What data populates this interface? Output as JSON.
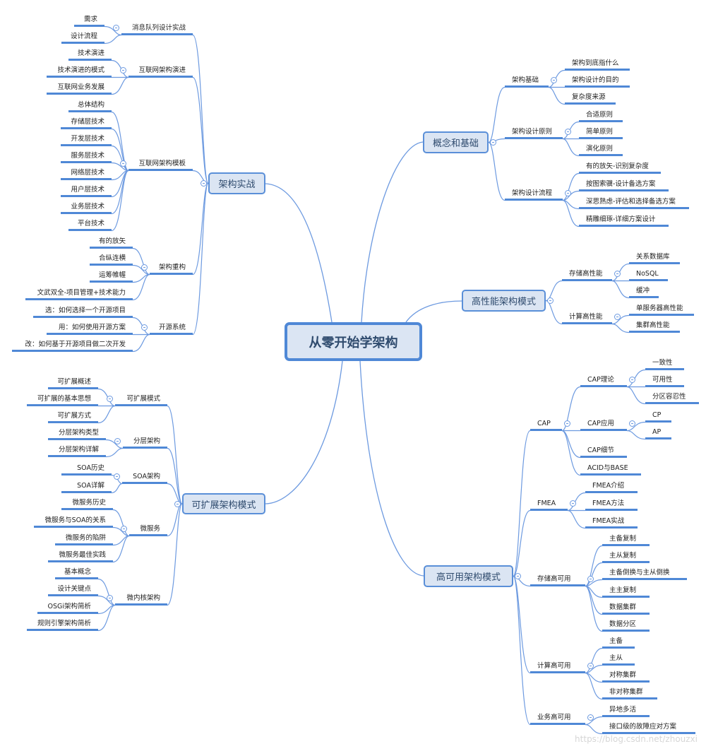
{
  "root": {
    "label": "从零开始学架构"
  },
  "branches": [
    {
      "label": "架构实战",
      "children": [
        {
          "label": "消息队列设计实战",
          "children": [
            {
              "label": "需求"
            },
            {
              "label": "设计流程"
            }
          ]
        },
        {
          "label": "互联网架构演进",
          "children": [
            {
              "label": "技术演进"
            },
            {
              "label": "技术演进的模式"
            },
            {
              "label": "互联网业务发展"
            }
          ]
        },
        {
          "label": "互联网架构模板",
          "children": [
            {
              "label": "总体结构"
            },
            {
              "label": "存储层技术"
            },
            {
              "label": "开发层技术"
            },
            {
              "label": "服务层技术"
            },
            {
              "label": "网络层技术"
            },
            {
              "label": "用户层技术"
            },
            {
              "label": "业务层技术"
            },
            {
              "label": "平台技术"
            }
          ]
        },
        {
          "label": "架构重构",
          "children": [
            {
              "label": "有的放矢"
            },
            {
              "label": "合纵连横"
            },
            {
              "label": "运筹帷幄"
            },
            {
              "label": "文武双全-项目管理+技术能力"
            }
          ]
        },
        {
          "label": "开源系统",
          "children": [
            {
              "label": "选：如何选择一个开源项目"
            },
            {
              "label": "用：如何使用开源方案"
            },
            {
              "label": "改：如何基于开源项目做二次开发"
            }
          ]
        }
      ]
    },
    {
      "label": "可扩展架构模式",
      "children": [
        {
          "label": "可扩展模式",
          "children": [
            {
              "label": "可扩展概述"
            },
            {
              "label": "可扩展的基本思想"
            },
            {
              "label": "可扩展方式"
            }
          ]
        },
        {
          "label": "分层架构",
          "children": [
            {
              "label": "分层架构类型"
            },
            {
              "label": "分层架构详解"
            }
          ]
        },
        {
          "label": "SOA架构",
          "children": [
            {
              "label": "SOA历史"
            },
            {
              "label": "SOA详解"
            }
          ]
        },
        {
          "label": "微服务",
          "children": [
            {
              "label": "微服务历史"
            },
            {
              "label": "微服务与SOA的关系"
            },
            {
              "label": "微服务的陷阱"
            },
            {
              "label": "微服务最佳实践"
            }
          ]
        },
        {
          "label": "微内核架构",
          "children": [
            {
              "label": "基本概念"
            },
            {
              "label": "设计关键点"
            },
            {
              "label": "OSGi架构简析"
            },
            {
              "label": "规则引擎架构简析"
            }
          ]
        }
      ]
    },
    {
      "label": "概念和基础",
      "children": [
        {
          "label": "架构基础",
          "children": [
            {
              "label": "架构到底指什么"
            },
            {
              "label": "架构设计的目的"
            },
            {
              "label": "复杂度来源"
            }
          ]
        },
        {
          "label": "架构设计原则",
          "children": [
            {
              "label": "合适原则"
            },
            {
              "label": "简单原则"
            },
            {
              "label": "演化原则"
            }
          ]
        },
        {
          "label": "架构设计流程",
          "children": [
            {
              "label": "有的放矢-识别复杂度"
            },
            {
              "label": "按图索骥-设计备选方案"
            },
            {
              "label": "深思熟虑-评估和选择备选方案"
            },
            {
              "label": "精雕细琢-详细方案设计"
            }
          ]
        }
      ]
    },
    {
      "label": "高性能架构模式",
      "children": [
        {
          "label": "存储高性能",
          "children": [
            {
              "label": "关系数据库"
            },
            {
              "label": "NoSQL"
            },
            {
              "label": "缓冲"
            }
          ]
        },
        {
          "label": "计算高性能",
          "children": [
            {
              "label": "单服务器高性能"
            },
            {
              "label": "集群高性能"
            }
          ]
        }
      ]
    },
    {
      "label": "高可用架构模式",
      "children": [
        {
          "label": "CAP",
          "children": [
            {
              "label": "CAP理论",
              "children": [
                {
                  "label": "一致性"
                },
                {
                  "label": "可用性"
                },
                {
                  "label": "分区容忍性"
                }
              ]
            },
            {
              "label": "CAP应用",
              "children": [
                {
                  "label": "CP"
                },
                {
                  "label": "AP"
                }
              ]
            },
            {
              "label": "CAP细节"
            },
            {
              "label": "ACID与BASE"
            }
          ]
        },
        {
          "label": "FMEA",
          "children": [
            {
              "label": "FMEA介绍"
            },
            {
              "label": "FMEA方法"
            },
            {
              "label": "FMEA实战"
            }
          ]
        },
        {
          "label": "存储高可用",
          "children": [
            {
              "label": "主备复制"
            },
            {
              "label": "主从复制"
            },
            {
              "label": "主备倒换与主从倒换"
            },
            {
              "label": "主主复制"
            },
            {
              "label": "数据集群"
            },
            {
              "label": "数据分区"
            }
          ]
        },
        {
          "label": "计算高可用",
          "children": [
            {
              "label": "主备"
            },
            {
              "label": "主从"
            },
            {
              "label": "对称集群"
            },
            {
              "label": "非对称集群"
            }
          ]
        },
        {
          "label": "业务高可用",
          "children": [
            {
              "label": "异地多活"
            },
            {
              "label": "接口级的故障应对方案"
            }
          ]
        }
      ]
    }
  ],
  "watermark": "https://blog.csdn.net/zhouzxi",
  "colors": {
    "line": "#4f88d6",
    "box_fill": "#dbe5f3",
    "box_text": "#2f4b6e"
  }
}
